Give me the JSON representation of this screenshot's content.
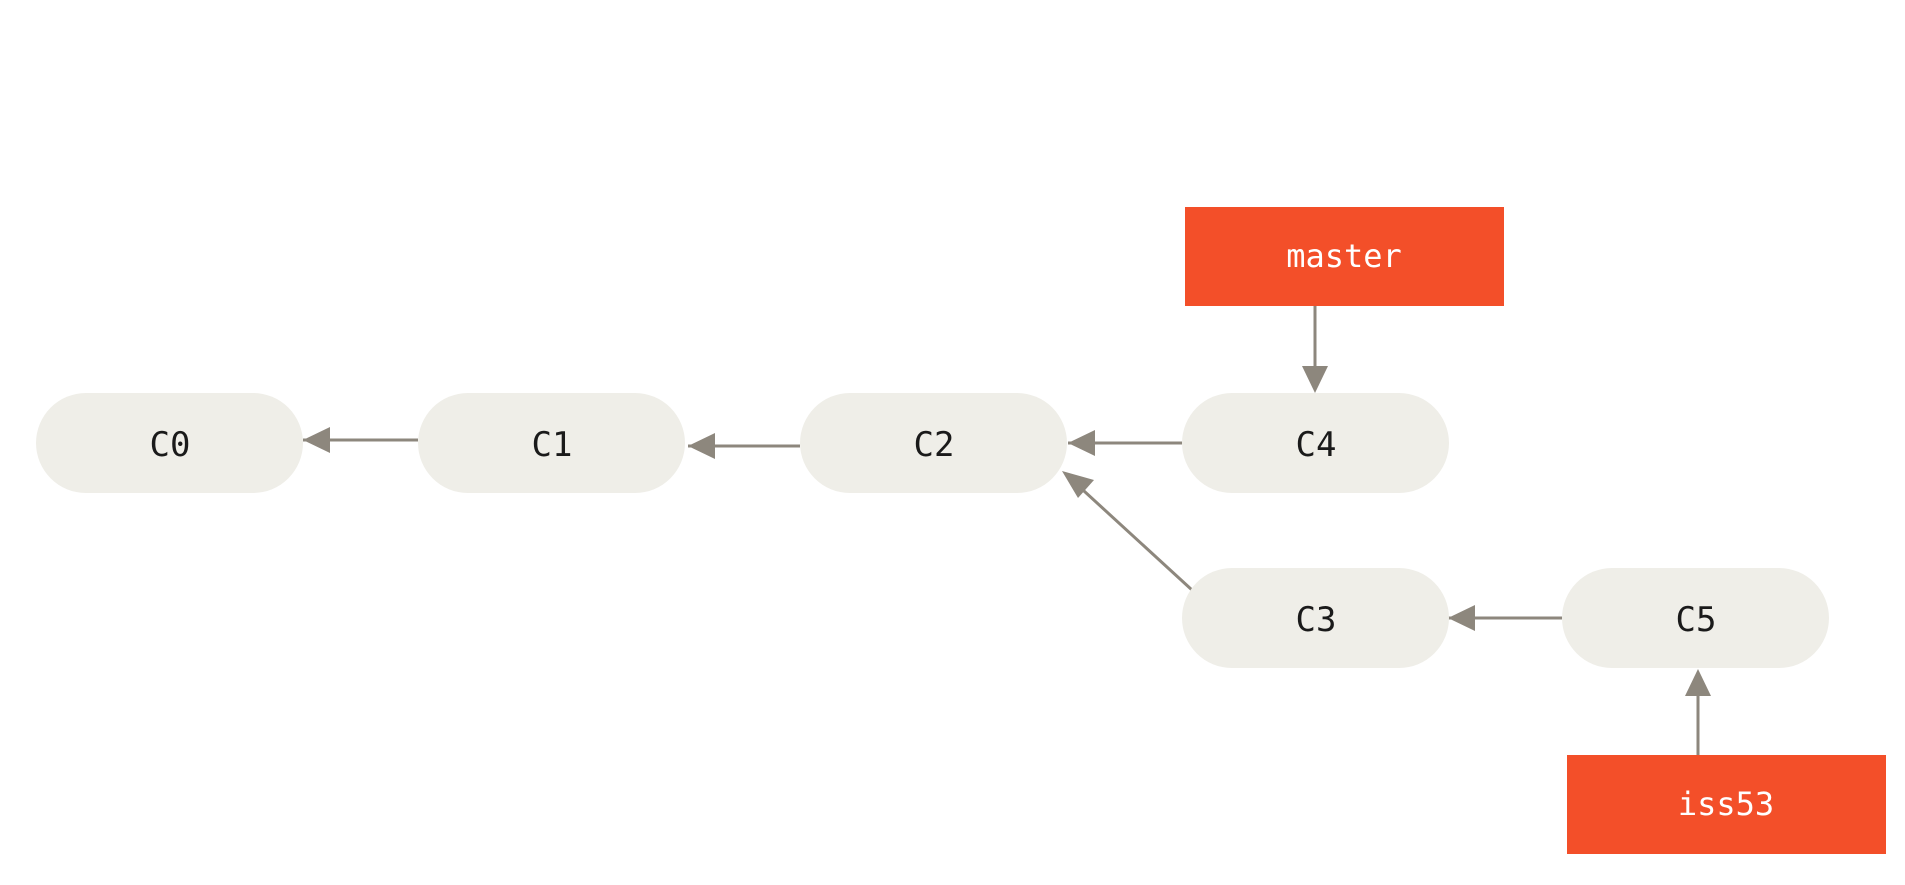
{
  "colors": {
    "commit_fill": "#efeee8",
    "branch_fill": "#f34f29",
    "arrow": "#8d877d",
    "commit_text": "#1a1a1a",
    "branch_text": "#ffffff"
  },
  "commits": [
    {
      "id": "C0",
      "label": "C0"
    },
    {
      "id": "C1",
      "label": "C1"
    },
    {
      "id": "C2",
      "label": "C2"
    },
    {
      "id": "C4",
      "label": "C4"
    },
    {
      "id": "C3",
      "label": "C3"
    },
    {
      "id": "C5",
      "label": "C5"
    }
  ],
  "branches": [
    {
      "id": "master",
      "label": "master",
      "points_to": "C4"
    },
    {
      "id": "iss53",
      "label": "iss53",
      "points_to": "C5"
    }
  ],
  "parent_links": [
    {
      "from": "C1",
      "to": "C0"
    },
    {
      "from": "C2",
      "to": "C1"
    },
    {
      "from": "C4",
      "to": "C2"
    },
    {
      "from": "C3",
      "to": "C2"
    },
    {
      "from": "C5",
      "to": "C3"
    }
  ]
}
